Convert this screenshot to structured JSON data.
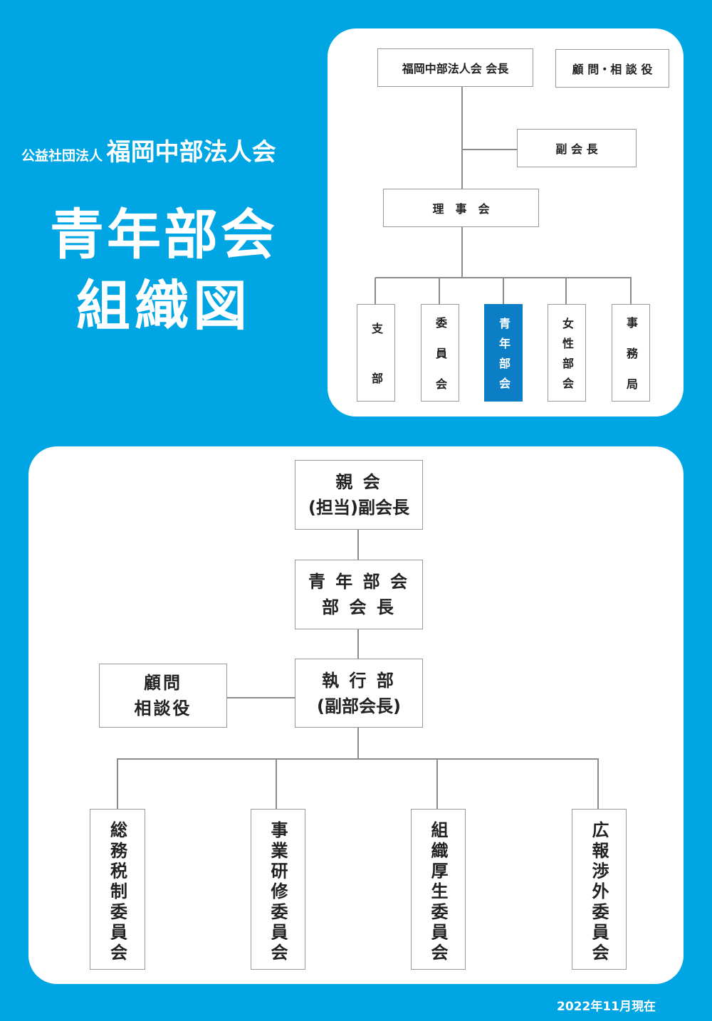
{
  "header": {
    "org_prefix": "公益社団法人",
    "org_name": "福岡中部法人会",
    "title_line1": "青年部会",
    "title_line2": "組織図"
  },
  "top_chart": {
    "president": "福岡中部法人会 会長",
    "advisors": "顧 問・相 談 役",
    "vice_president": "副 会 長",
    "board": "理　事　会",
    "units": [
      "支部",
      "委員会",
      "青年部会",
      "女性部会",
      "事務局"
    ],
    "highlighted_unit": "青年部会"
  },
  "bottom_chart": {
    "oyakai_line1": "親 会",
    "oyakai_line2": "(担当)副会長",
    "youth_line1": "青 年 部 会",
    "youth_line2": "部 会 長",
    "exec_line1": "執 行 部",
    "exec_line2": "(副部会長)",
    "advisor_line1": "顧問",
    "advisor_line2": "相談役",
    "committees": [
      "総務税制委員会",
      "事業研修委員会",
      "組織厚生委員会",
      "広報渉外委員会"
    ]
  },
  "footer": {
    "date": "2022年11月現在"
  },
  "colors": {
    "background": "#00a5e3",
    "highlight": "#0b7ec6",
    "line": "#8c8c8c"
  }
}
